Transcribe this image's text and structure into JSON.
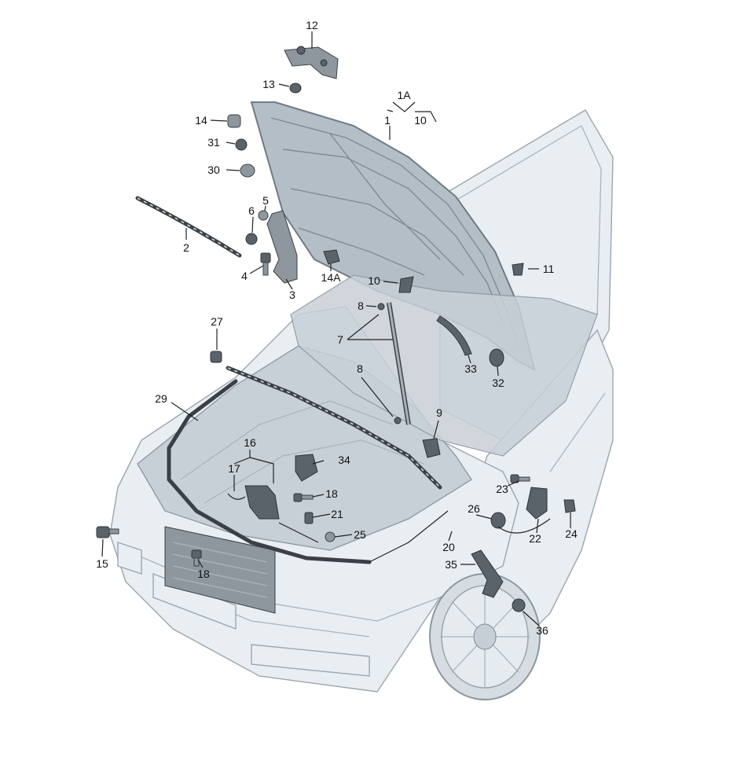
{
  "labels": {
    "l12": "12",
    "l13": "13",
    "l1A": "1A",
    "l1": "1",
    "l10a": "10",
    "l14": "14",
    "l31": "31",
    "l30": "30",
    "l5": "5",
    "l6": "6",
    "l2": "2",
    "l4": "4",
    "l3": "3",
    "l14A": "14A",
    "l11": "11",
    "l10b": "10",
    "l8a": "8",
    "l7": "7",
    "l8b": "8",
    "l27": "27",
    "l33": "33",
    "l32": "32",
    "l29": "29",
    "l9": "9",
    "l16": "16",
    "l34": "34",
    "l17": "17",
    "l18a": "18",
    "l21": "21",
    "l25": "25",
    "l23": "23",
    "l26": "26",
    "l22": "22",
    "l24": "24",
    "l20": "20",
    "l15": "15",
    "l18b": "18",
    "l35": "35",
    "l36": "36"
  },
  "colors": {
    "background": "#ffffff",
    "car_body": "#e9eef2",
    "hood": "#b3bec7",
    "parts": "#5b636a",
    "label_text": "#111111"
  }
}
